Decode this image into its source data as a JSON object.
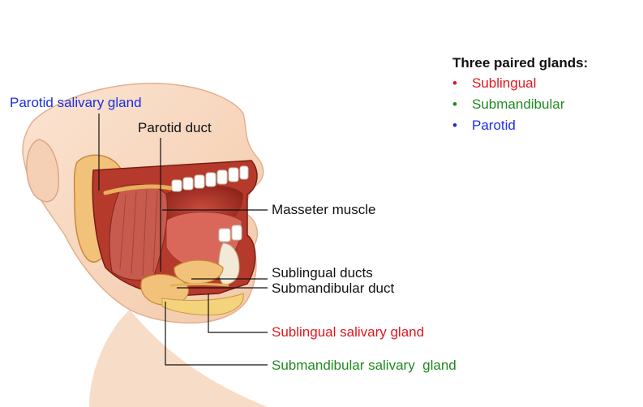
{
  "colors": {
    "sublingual": "#e0171d",
    "submandibular": "#1f8a1f",
    "parotid": "#1a2ee0",
    "text": "#111111"
  },
  "legend": {
    "title": "Three paired glands:",
    "items": [
      {
        "bullet": "•",
        "label": "Sublingual",
        "color": "#e0171d"
      },
      {
        "bullet": "•",
        "label": "Submandibular",
        "color": "#1f8a1f"
      },
      {
        "bullet": "•",
        "label": "Parotid",
        "color": "#1a2ee0"
      }
    ]
  },
  "labels": {
    "parotid_gland": "Parotid salivary gland",
    "parotid_duct": "Parotid duct",
    "masseter": "Masseter muscle",
    "sublingual_ducts": "Sublingual ducts",
    "submandibular_duct": "Submandibular duct",
    "sublingual_gland": "Sublingual salivary gland",
    "submandibular_gland": "Submandibular salivary  gland"
  }
}
